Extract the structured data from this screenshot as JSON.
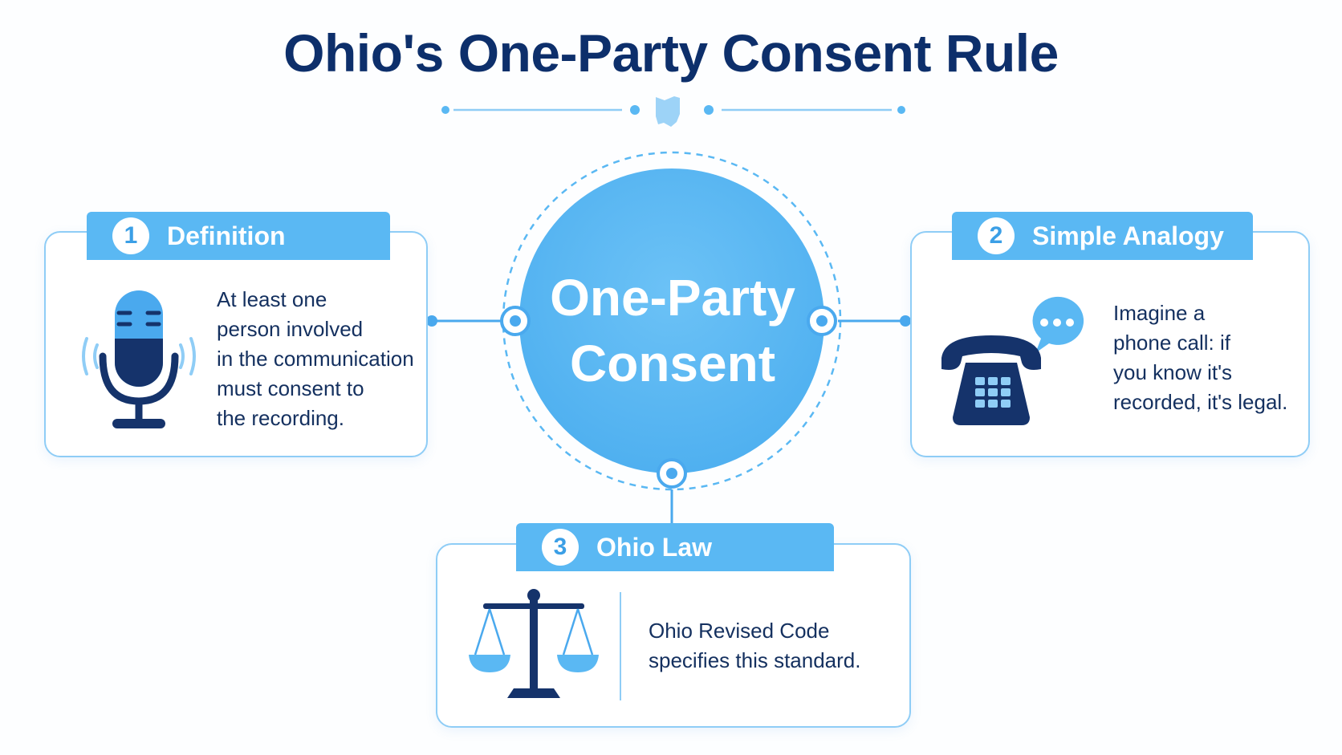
{
  "title": "Ohio's One-Party Consent Rule",
  "center": {
    "line1": "One-Party",
    "line2": "Consent"
  },
  "cards": [
    {
      "number": "1",
      "heading": "Definition",
      "lines": [
        "At least one",
        "person involved",
        "in the communication",
        "must consent to",
        "the recording."
      ],
      "icon": "microphone-icon"
    },
    {
      "number": "2",
      "heading": "Simple Analogy",
      "lines": [
        "Imagine a",
        "phone call: if",
        "you know it's",
        "recorded, it's legal."
      ],
      "icon": "telephone-icon"
    },
    {
      "number": "3",
      "heading": "Ohio Law",
      "lines": [
        "Ohio Revised Code",
        "specifies this standard."
      ],
      "icon": "scales-of-justice-icon"
    }
  ],
  "colors": {
    "navy": "#0d2f6b",
    "accent": "#5ab8f3",
    "light": "#8fcdf6"
  }
}
